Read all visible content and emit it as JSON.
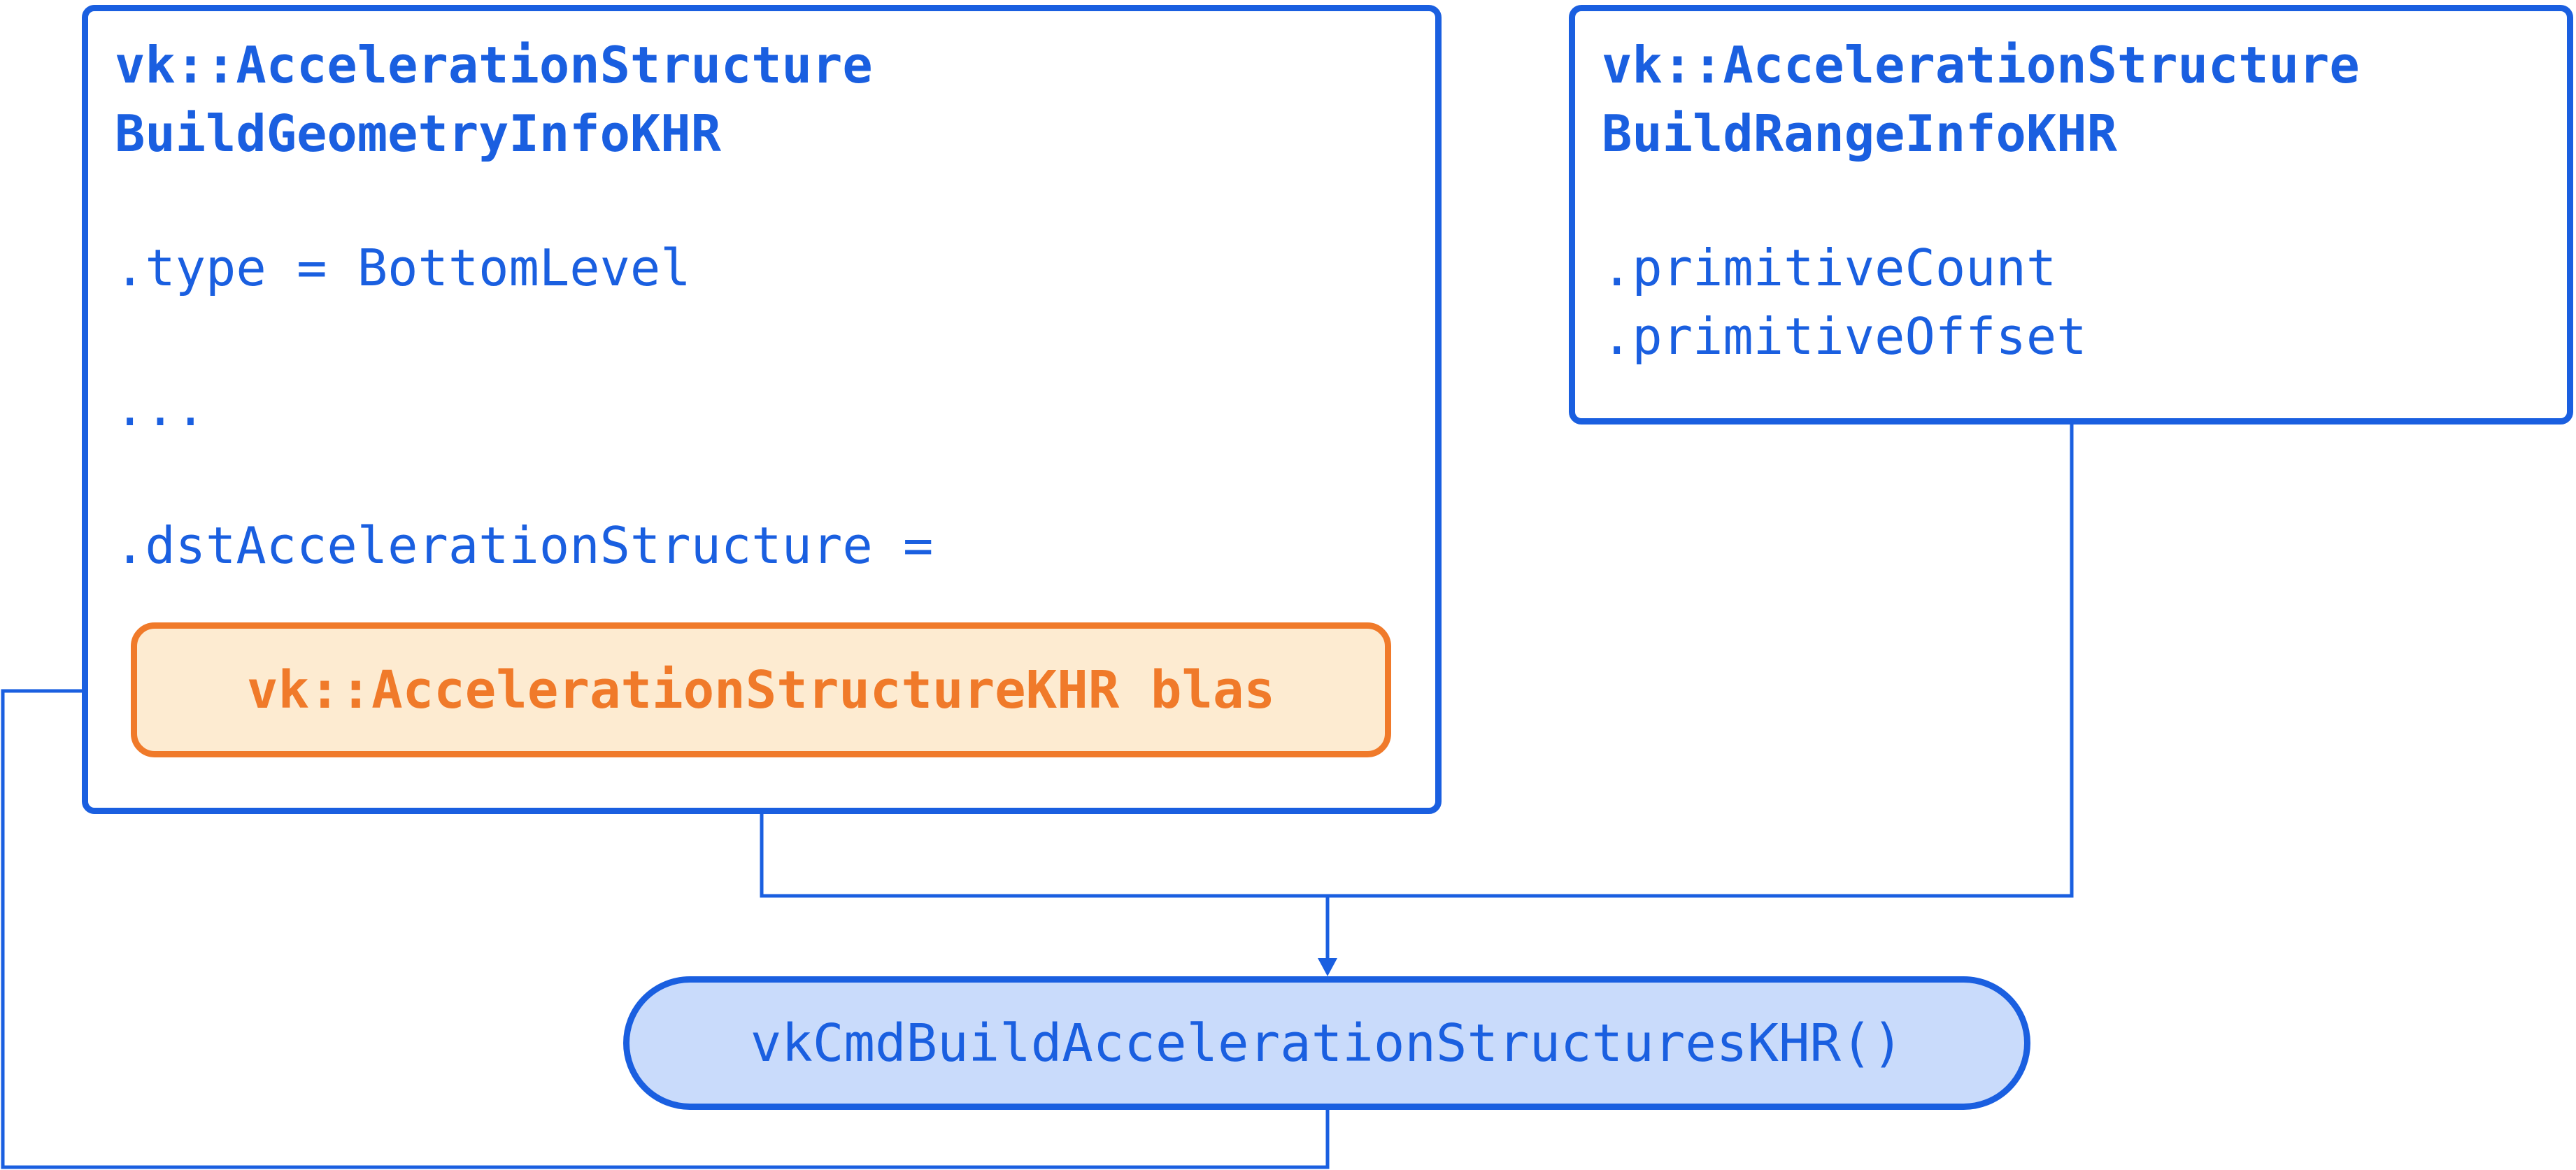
{
  "geometry_info": {
    "title_line1": "vk::AccelerationStructure",
    "title_line2": "BuildGeometryInfoKHR",
    "type_field": ".type = BottomLevel",
    "ellipsis": "...",
    "dst_field": ".dstAccelerationStructure ="
  },
  "blas": {
    "label": "vk::AccelerationStructureKHR blas"
  },
  "range_info": {
    "title_line1": "vk::AccelerationStructure",
    "title_line2": "BuildRangeInfoKHR",
    "field_count": ".primitiveCount",
    "field_offset": ".primitiveOffset"
  },
  "command": {
    "label": "vkCmdBuildAccelerationStructuresKHR()"
  },
  "colors": {
    "primary_blue": "#1a5fe0",
    "command_fill": "#c9dbfb",
    "blas_orange": "#f07a2a",
    "blas_fill": "#fdebd1"
  }
}
